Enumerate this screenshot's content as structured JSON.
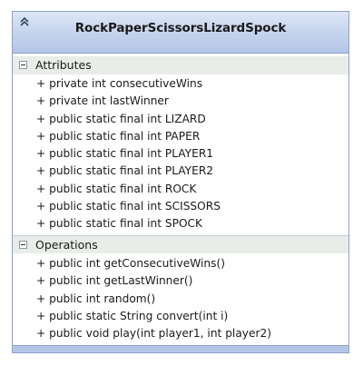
{
  "class_name": "RockPaperScissorsLizardSpock",
  "header": {
    "collapse_icon": "double-chevron-up-icon"
  },
  "attributes": {
    "label": "Attributes",
    "toggle_icon": "minus-box-icon",
    "items": [
      "+ private int consecutiveWins",
      "+ private int lastWinner",
      "+ public static final int LIZARD",
      "+ public static final int PAPER",
      "+ public static final int PLAYER1",
      "+ public static final int PLAYER2",
      "+ public static final int ROCK",
      "+ public static final int SCISSORS",
      "+ public static final int SPOCK"
    ]
  },
  "operations": {
    "label": "Operations",
    "toggle_icon": "minus-box-icon",
    "items": [
      "+ public int getConsecutiveWins()",
      "+ public int getLastWinner()",
      "+ public int random()",
      "+ public static String convert(int i)",
      "+ public void play(int player1, int player2)"
    ]
  },
  "colors": {
    "border": "#8ba1c7",
    "header_gradient_top": "#dde7f6",
    "header_gradient_bottom": "#b4c6e6",
    "section_header_bg": "#e8ede8"
  }
}
